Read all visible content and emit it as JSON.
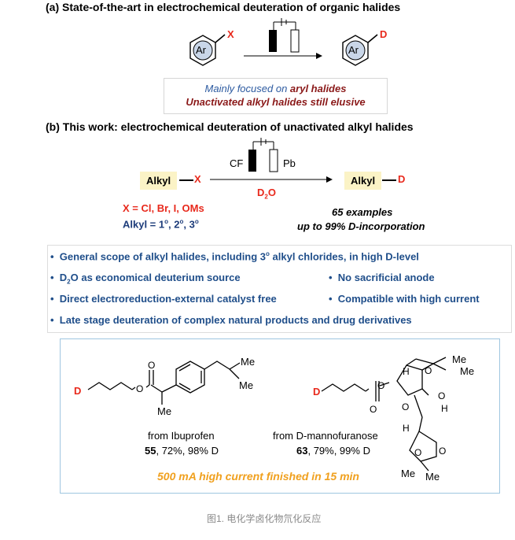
{
  "section_a": {
    "title": "(a) State-of-the-art in electrochemical deuteration of organic halides",
    "ar_label": "Ar",
    "x_label": "X",
    "d_label": "D",
    "box_line1_prefix": "Mainly focused on ",
    "box_line1_bold": "aryl halides",
    "box_line2": "Unactivated alkyl halides still elusive"
  },
  "section_b": {
    "title": "(b) This work: electrochemical deuteration of unactivated alkyl halides",
    "alkyl_label": "Alkyl",
    "x_label": "X",
    "d_label": "D",
    "cf_label": "CF",
    "pb_label": "Pb",
    "reagent_main": "D",
    "reagent_sub": "2",
    "reagent_tail": "O",
    "x_def": "X = Cl, Br, I, OMs",
    "alkyl_def_prefix": "Alkyl =  1",
    "alkyl_def_sup1": "o",
    "alkyl_def_mid1": ", 2",
    "alkyl_def_sup2": "o",
    "alkyl_def_mid2": ", 3",
    "alkyl_def_sup3": "o",
    "examples": "65 examples",
    "incorporation": "up to 99% D-incorporation"
  },
  "features": {
    "f1_prefix": "General scope of alkyl halides, including 3",
    "f1_sup": "o",
    "f1_suffix": " alkyl chlorides, in high D-level",
    "f2_prefix": "D",
    "f2_sub": "2",
    "f2_suffix": "O as economical deuterium source",
    "f3": "No sacrificial anode",
    "f4": "Direct electroreduction-external catalyst free",
    "f5": "Compatible with high current",
    "f6": "Late stage deuteration of complex natural products and drug derivatives"
  },
  "structures": {
    "s1_me_top": "Me",
    "s1_me_mid": "Me",
    "s1_me_low": "Me",
    "s1_d": "D",
    "s1_o1": "O",
    "s1_o2": "O",
    "s1_from": "from Ibuprofen",
    "s1_num": "55",
    "s1_yield": ", 72%, 98% D",
    "s2_d": "D",
    "s2_o_carbonyl": "O",
    "s2_o_ester": "O",
    "s2_o_ring": "O",
    "s2_o_a": "O",
    "s2_o_b": "O",
    "s2_o_c": "O",
    "s2_o_d": "O",
    "s2_h1": "H",
    "s2_h2": "H",
    "s2_h3": "H",
    "s2_me1": "Me",
    "s2_me2": "Me",
    "s2_me3": "Me",
    "s2_me4": "Me",
    "s2_from": "from D-mannofuranose",
    "s2_num": "63",
    "s2_yield": ", 79%, 99% D",
    "highlight": "500 mA high current finished in 15 min"
  },
  "caption": "图1. 电化学卤化物氘化反应"
}
